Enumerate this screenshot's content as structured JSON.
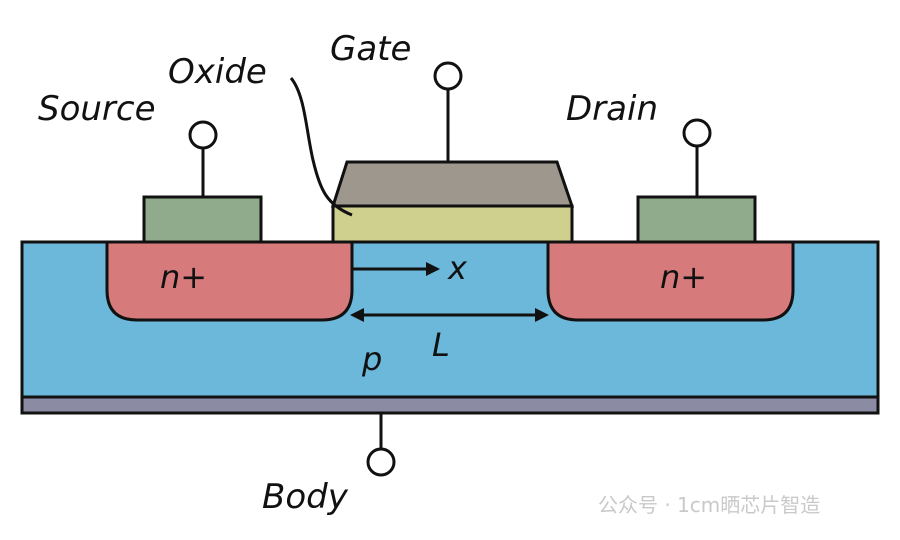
{
  "labels": {
    "gate": "Gate",
    "oxide": "Oxide",
    "source": "Source",
    "drain": "Drain",
    "body": "Body",
    "source_region": "n+",
    "drain_region": "n+",
    "substrate": "p",
    "position": "x",
    "channel_length": "L"
  },
  "watermark": "公众号 · 1cm晒芯片智造",
  "colors": {
    "substrate": "#6bb8da",
    "n_plus": "#d67a7b",
    "contact": "#8fab8b",
    "oxide": "#cfcf8e",
    "gate": "#9d978e",
    "body_layer": "#8b8ba3",
    "outline": "#111111"
  }
}
